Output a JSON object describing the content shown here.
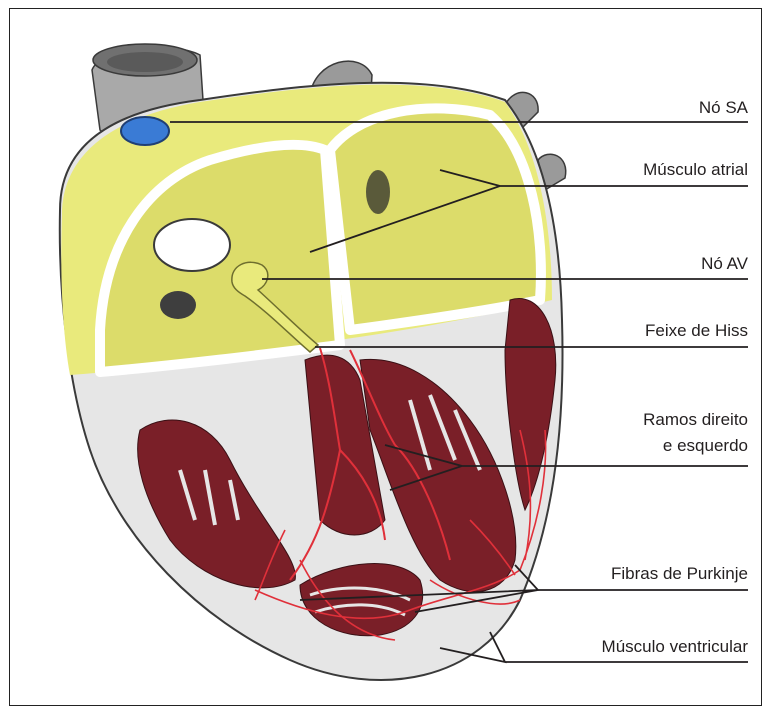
{
  "labels": {
    "sa_node": "Nó SA",
    "atrial_muscle": "Músculo atrial",
    "av_node": "Nó AV",
    "his_bundle": "Feixe de Hiss",
    "branches_line1": "Ramos direito",
    "branches_line2": "e esquerdo",
    "purkinje_fibers": "Fibras de Purkinje",
    "ventricular_muscle": "Músculo ventricular"
  },
  "colors": {
    "atrial": "#e9ea7c",
    "ventricle_wall": "#e6e6e6",
    "myocardium": "#7a1f28",
    "conduction": "#e0303a",
    "sa_node": "#3a7bd5",
    "vessel": "#9e9e9e",
    "leader_line": "#231f20"
  }
}
